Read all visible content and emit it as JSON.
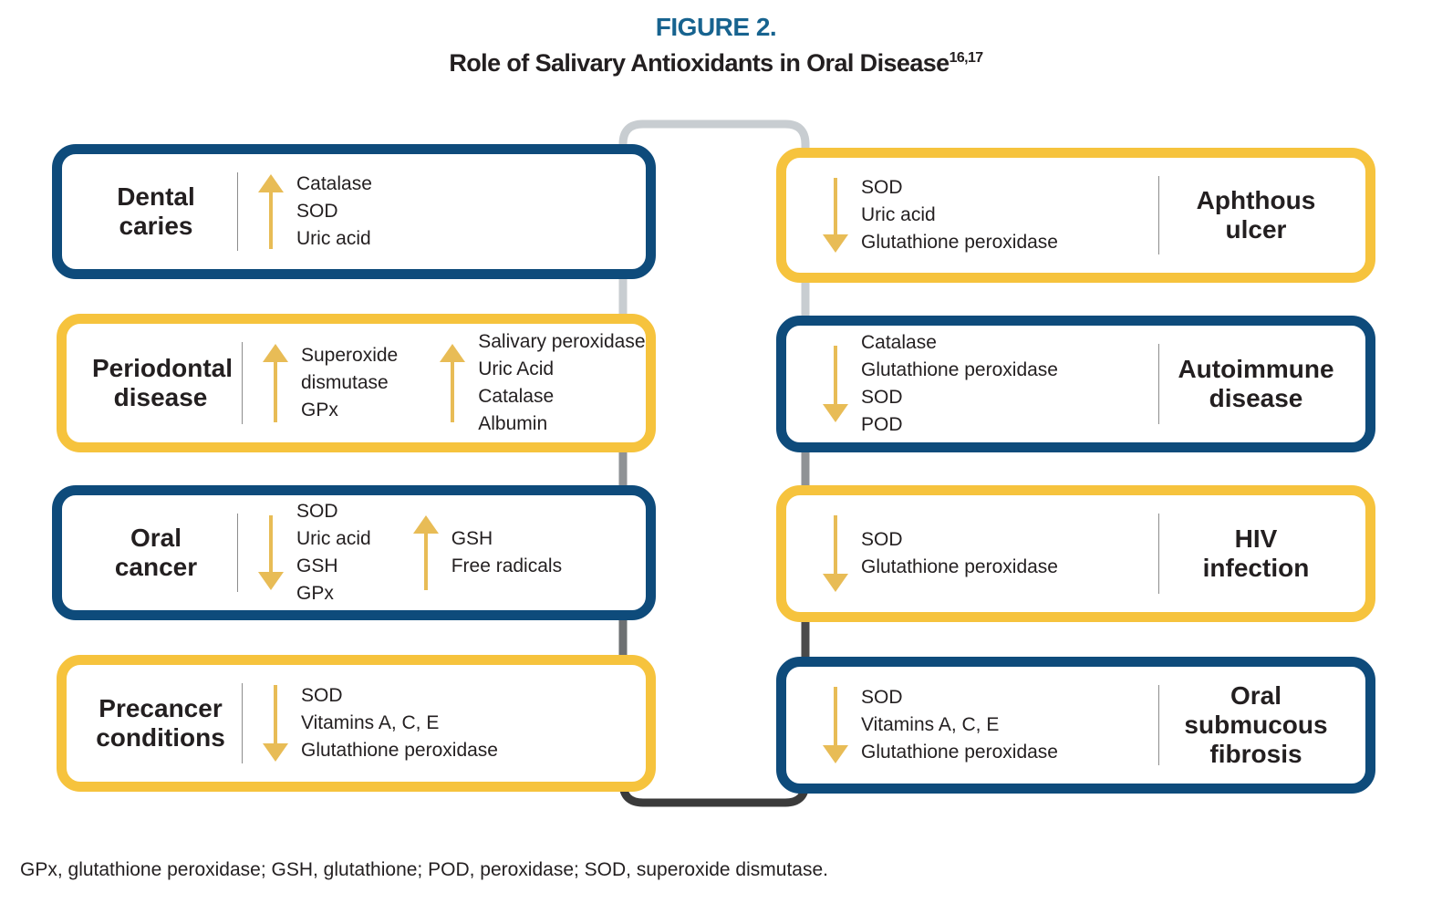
{
  "figure": {
    "label": "FIGURE 2.",
    "title_main": "Role of Salivary Antioxidants in Oral Disease",
    "title_superscript": "16,17",
    "footnote": "GPx, glutathione peroxidase; GSH, glutathione; POD, peroxidase; SOD, superoxide dismutase."
  },
  "colors": {
    "blue": "#0e4b7b",
    "yellow": "#f6c33d",
    "arrow": "#e8bc56",
    "title_blue": "#17638f",
    "text": "#231f20",
    "rule": "#8c8c8c",
    "connector_light": "#c8cdd1",
    "connector_mid": "#8f9295",
    "connector_dark": "#6d7072",
    "connector_darkest": "#3a3a3a"
  },
  "left_column": [
    {
      "name": "dental-caries",
      "label": "Dental\ncaries",
      "border": "blue",
      "groups": [
        {
          "direction": "up",
          "icon": "arrow-up-icon",
          "items": [
            "Catalase",
            "SOD",
            "Uric acid"
          ]
        }
      ]
    },
    {
      "name": "periodontal-disease",
      "label": "Periodontal\ndisease",
      "border": "yellow",
      "groups": [
        {
          "direction": "up",
          "icon": "arrow-up-icon",
          "items": [
            "Superoxide",
            "dismutase",
            "GPx"
          ]
        },
        {
          "direction": "up",
          "icon": "arrow-up-icon",
          "items": [
            "Salivary peroxidase",
            "Uric Acid",
            "Catalase",
            "Albumin"
          ]
        }
      ]
    },
    {
      "name": "oral-cancer",
      "label": "Oral\ncancer",
      "border": "blue",
      "groups": [
        {
          "direction": "down",
          "icon": "arrow-down-icon",
          "items": [
            "SOD",
            "Uric acid",
            "GSH",
            "GPx"
          ]
        },
        {
          "direction": "up",
          "icon": "arrow-up-icon",
          "items": [
            "GSH",
            "Free radicals"
          ]
        }
      ]
    },
    {
      "name": "precancer-conditions",
      "label": "Precancer\nconditions",
      "border": "yellow",
      "groups": [
        {
          "direction": "down",
          "icon": "arrow-down-icon",
          "items": [
            "SOD",
            "Vitamins A, C, E",
            "Glutathione peroxidase"
          ]
        }
      ]
    }
  ],
  "right_column": [
    {
      "name": "aphthous-ulcer",
      "label": "Aphthous\nulcer",
      "border": "yellow",
      "groups": [
        {
          "direction": "down",
          "icon": "arrow-down-icon",
          "items": [
            "SOD",
            "Uric acid",
            "Glutathione peroxidase"
          ]
        }
      ]
    },
    {
      "name": "autoimmune-disease",
      "label": "Autoimmune\ndisease",
      "border": "blue",
      "groups": [
        {
          "direction": "down",
          "icon": "arrow-down-icon",
          "items": [
            "Catalase",
            "Glutathione peroxidase",
            "SOD",
            "POD"
          ]
        }
      ]
    },
    {
      "name": "hiv-infection",
      "label": "HIV\ninfection",
      "border": "yellow",
      "groups": [
        {
          "direction": "down",
          "icon": "arrow-down-icon",
          "items": [
            "SOD",
            "Glutathione peroxidase"
          ]
        }
      ]
    },
    {
      "name": "oral-submucous-fibrosis",
      "label": "Oral\nsubmucous\nfibrosis",
      "border": "blue",
      "groups": [
        {
          "direction": "down",
          "icon": "arrow-down-icon",
          "items": [
            "SOD",
            "Vitamins A, C, E",
            "Glutathione peroxidase"
          ]
        }
      ]
    }
  ]
}
